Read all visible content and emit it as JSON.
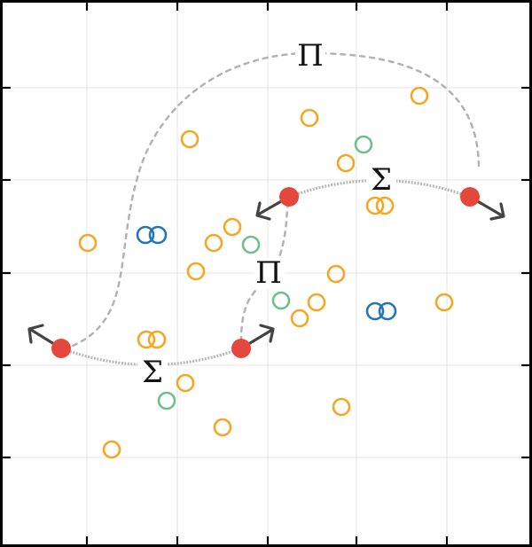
{
  "labels": {
    "pi_top": "Π",
    "pi_mid": "Π",
    "sigma_low": "Σ",
    "sigma_high": "Σ"
  },
  "colors": {
    "orange": "#f5a623",
    "blue": "#2475b8",
    "green": "#6fbf8c",
    "node": "#e5483b",
    "arrow": "#444444",
    "curve": "#b3b3b3"
  },
  "icons": {
    "arrow": "arrow-icon"
  }
}
